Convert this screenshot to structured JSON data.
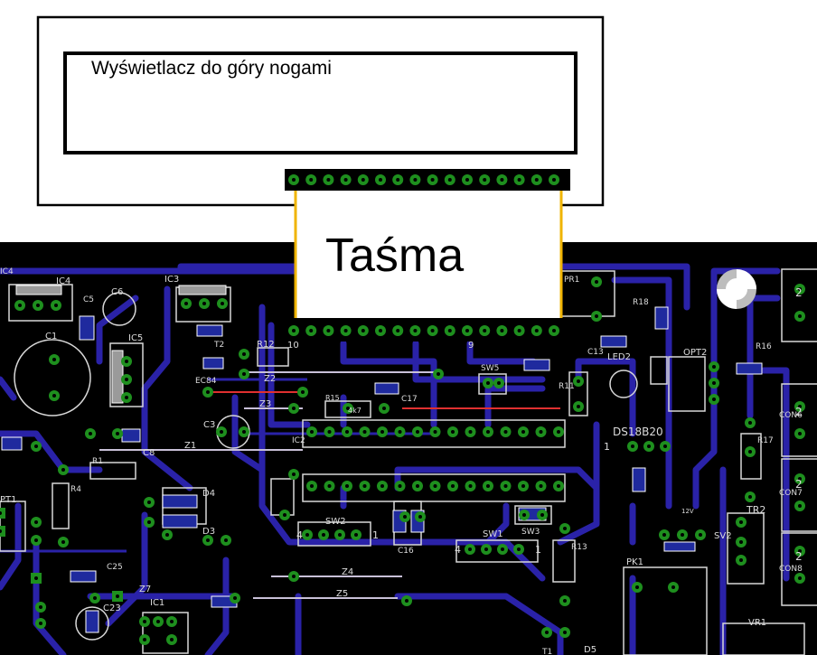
{
  "display": {
    "title": "Wyświetlacz do góry nogami",
    "ribbon_label": "Taśma",
    "pin_count": 16
  },
  "board": {
    "labels": {
      "ic4a": "IC4",
      "ic4b": "IC4",
      "ic3": "IC3",
      "c5": "C5",
      "c6": "C6",
      "ic5": "IC5",
      "c1": "C1",
      "r12": "R12",
      "t2": "T2",
      "z2": "Z2",
      "z3": "Z3",
      "ec84": "EC84",
      "c3": "C3",
      "r15": "R15",
      "r15v": "4k7",
      "c17": "C17",
      "sw5": "SW5",
      "r11": "R11",
      "c13": "C13",
      "led2": "LED2",
      "pr1": "PR1",
      "opt2": "OPT2",
      "r18": "R18",
      "r16": "R16",
      "ds18b20": "DS18B20",
      "ds1": "1",
      "c8": "C8",
      "z1": "Z1",
      "r1": "R1",
      "r4": "R4",
      "ic2": "IC2",
      "pt1": "PT1",
      "d4": "D4",
      "d3": "D3",
      "sw2": "SW2",
      "sw2_4": "4",
      "sw2_1": "1",
      "c16": "C16",
      "sw1": "SW1",
      "sw1_4": "4",
      "sw1_1": "1",
      "sw3": "SW3",
      "r13": "R13",
      "v12": "12V",
      "r17": "R17",
      "tr2": "TR2",
      "sv2": "SV2",
      "con6": "CON6",
      "con7": "CON7",
      "con8": "CON8",
      "c25": "C25",
      "z4": "Z4",
      "z5": "Z5",
      "z7": "Z7",
      "ic1": "IC1",
      "c23": "C23",
      "pk1": "PK1",
      "t1": "T1",
      "d5": "D5",
      "vr1": "VR1",
      "pin10": "10",
      "pin9": "9",
      "con_2a": "2",
      "con_2b": "2",
      "con_2c": "2",
      "con_2d": "2"
    }
  },
  "colors": {
    "board_bg": "#000000",
    "trace": "#2a22a8",
    "pad": "#1e8f1e",
    "silk": "#dcdcdc",
    "ribbon_edge": "#f0b400",
    "smd": "#1f2a9e",
    "red_wire": "#e03030"
  }
}
